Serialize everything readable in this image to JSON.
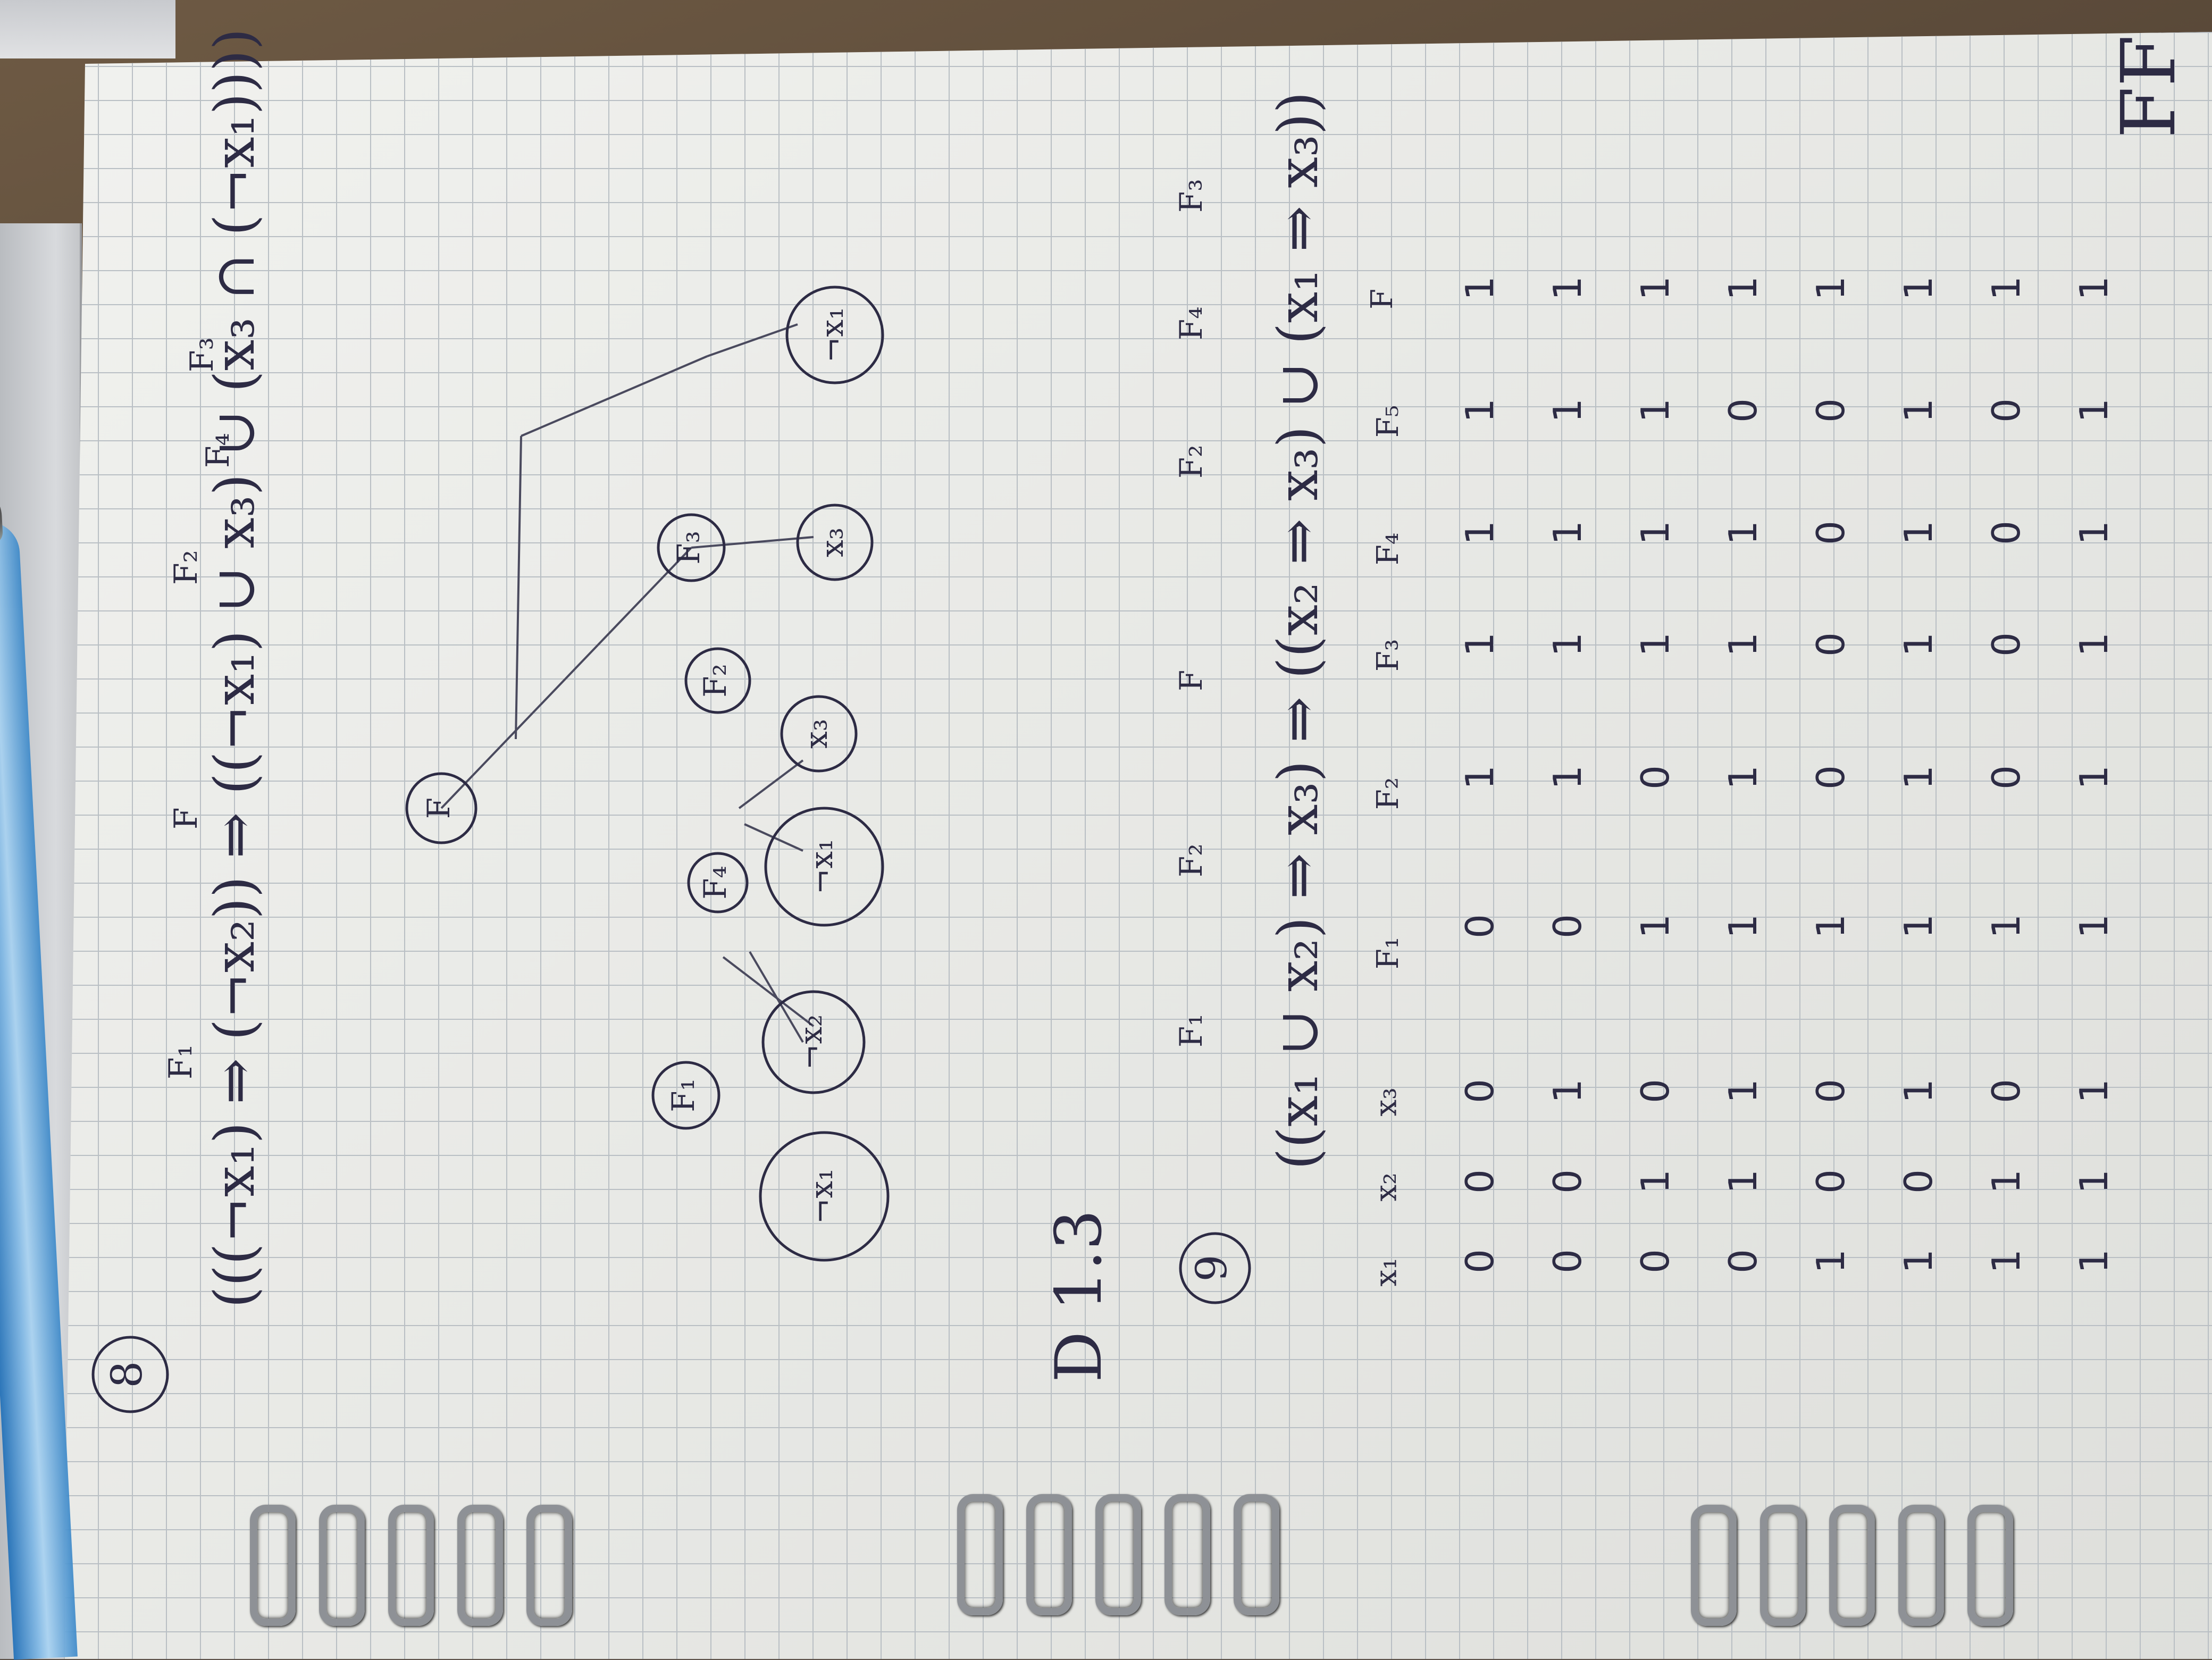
{
  "problem_8": {
    "number": "8",
    "formula": "(((¬x₁) ⇒ (¬x₂)) ⇒ ((¬x₁) ∪ x₃) ∪ (x₃ ∩ (¬x₁))))",
    "annotations": [
      "F₁",
      "F",
      "F₂",
      "F₄",
      "F₃"
    ],
    "tree_nodes": [
      "F",
      "F₁",
      "F₂",
      "F₃",
      "F₄",
      "¬x₁",
      "¬x₂",
      "¬x₁",
      "x₃",
      "x₃",
      "¬x₁"
    ]
  },
  "section_label": "D 1.3",
  "problem_9": {
    "number": "9",
    "formula": "((x₁ ∪ x₂) ⇒ x₃) ⇒ ((x₂ ⇒ x₃) ∪ (x₁ ⇒ x₃))",
    "annotations": [
      "F₁",
      "F₂",
      "F",
      "F₂",
      "F₄",
      "F₃"
    ]
  },
  "truth_table": {
    "headers": [
      "x₁",
      "x₂",
      "x₃",
      "F₁",
      "F₂",
      "F₃",
      "F₄",
      "F₅",
      "F"
    ],
    "rows": [
      [
        "0",
        "0",
        "0",
        "0",
        "1",
        "1",
        "1",
        "1",
        "1"
      ],
      [
        "0",
        "0",
        "1",
        "0",
        "1",
        "1",
        "1",
        "1",
        "1"
      ],
      [
        "0",
        "1",
        "0",
        "1",
        "0",
        "1",
        "1",
        "1",
        "1"
      ],
      [
        "0",
        "1",
        "1",
        "1",
        "1",
        "1",
        "1",
        "0",
        "1"
      ],
      [
        "1",
        "0",
        "0",
        "1",
        "0",
        "0",
        "0",
        "0",
        "1"
      ],
      [
        "1",
        "0",
        "1",
        "1",
        "1",
        "1",
        "1",
        "1",
        "1"
      ],
      [
        "1",
        "1",
        "0",
        "1",
        "0",
        "0",
        "0",
        "0",
        "1"
      ],
      [
        "1",
        "1",
        "1",
        "1",
        "1",
        "1",
        "1",
        "1",
        "1"
      ]
    ]
  },
  "page_corner_mark": "FF"
}
